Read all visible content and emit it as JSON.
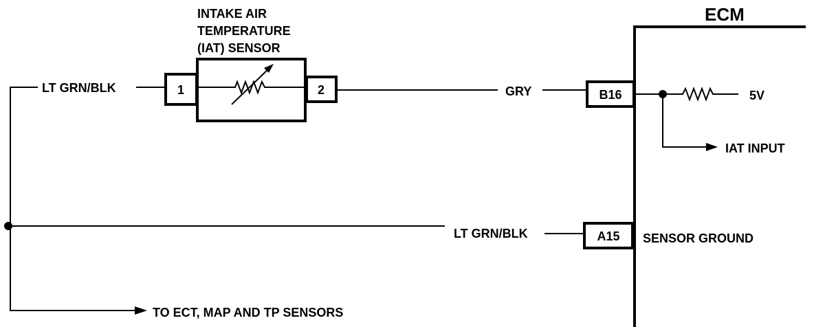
{
  "sensor": {
    "title_line1": "INTAKE AIR",
    "title_line2": "TEMPERATURE",
    "title_line3": "(IAT) SENSOR",
    "pin1": "1",
    "pin2": "2"
  },
  "ecm": {
    "title": "ECM",
    "pin_b16": "B16",
    "pin_a15": "A15",
    "voltage": "5V",
    "iat_input": "IAT INPUT",
    "sensor_ground": "SENSOR GROUND"
  },
  "wires": {
    "left_top": "LT GRN/BLK",
    "signal": "GRY",
    "ground": "LT GRN/BLK",
    "to_sensors": "TO ECT, MAP AND TP SENSORS"
  },
  "colors": {
    "ink": "#000000",
    "paper": "#ffffff"
  }
}
